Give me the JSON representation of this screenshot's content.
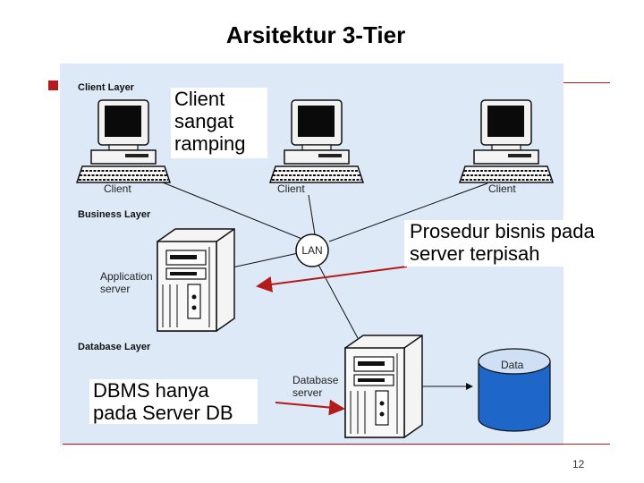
{
  "title": "Arsitektur 3-Tier",
  "layers": {
    "client": "Client Layer",
    "business": "Business Layer",
    "database": "Database Layer"
  },
  "clients": [
    "Client",
    "Client",
    "Client"
  ],
  "network_label": "LAN",
  "app_server_label": "Application server",
  "db_server_label": "Database server",
  "data_label": "Data",
  "notes": {
    "client": "Client sangat ramping",
    "business": "Prosedur bisnis pada server terpisah",
    "dbms": "DBMS hanya pada Server DB"
  },
  "page_number": "12",
  "colors": {
    "panel": "#dde9f6",
    "accent": "#b31b1b",
    "database_fill": "#1e66c8"
  }
}
